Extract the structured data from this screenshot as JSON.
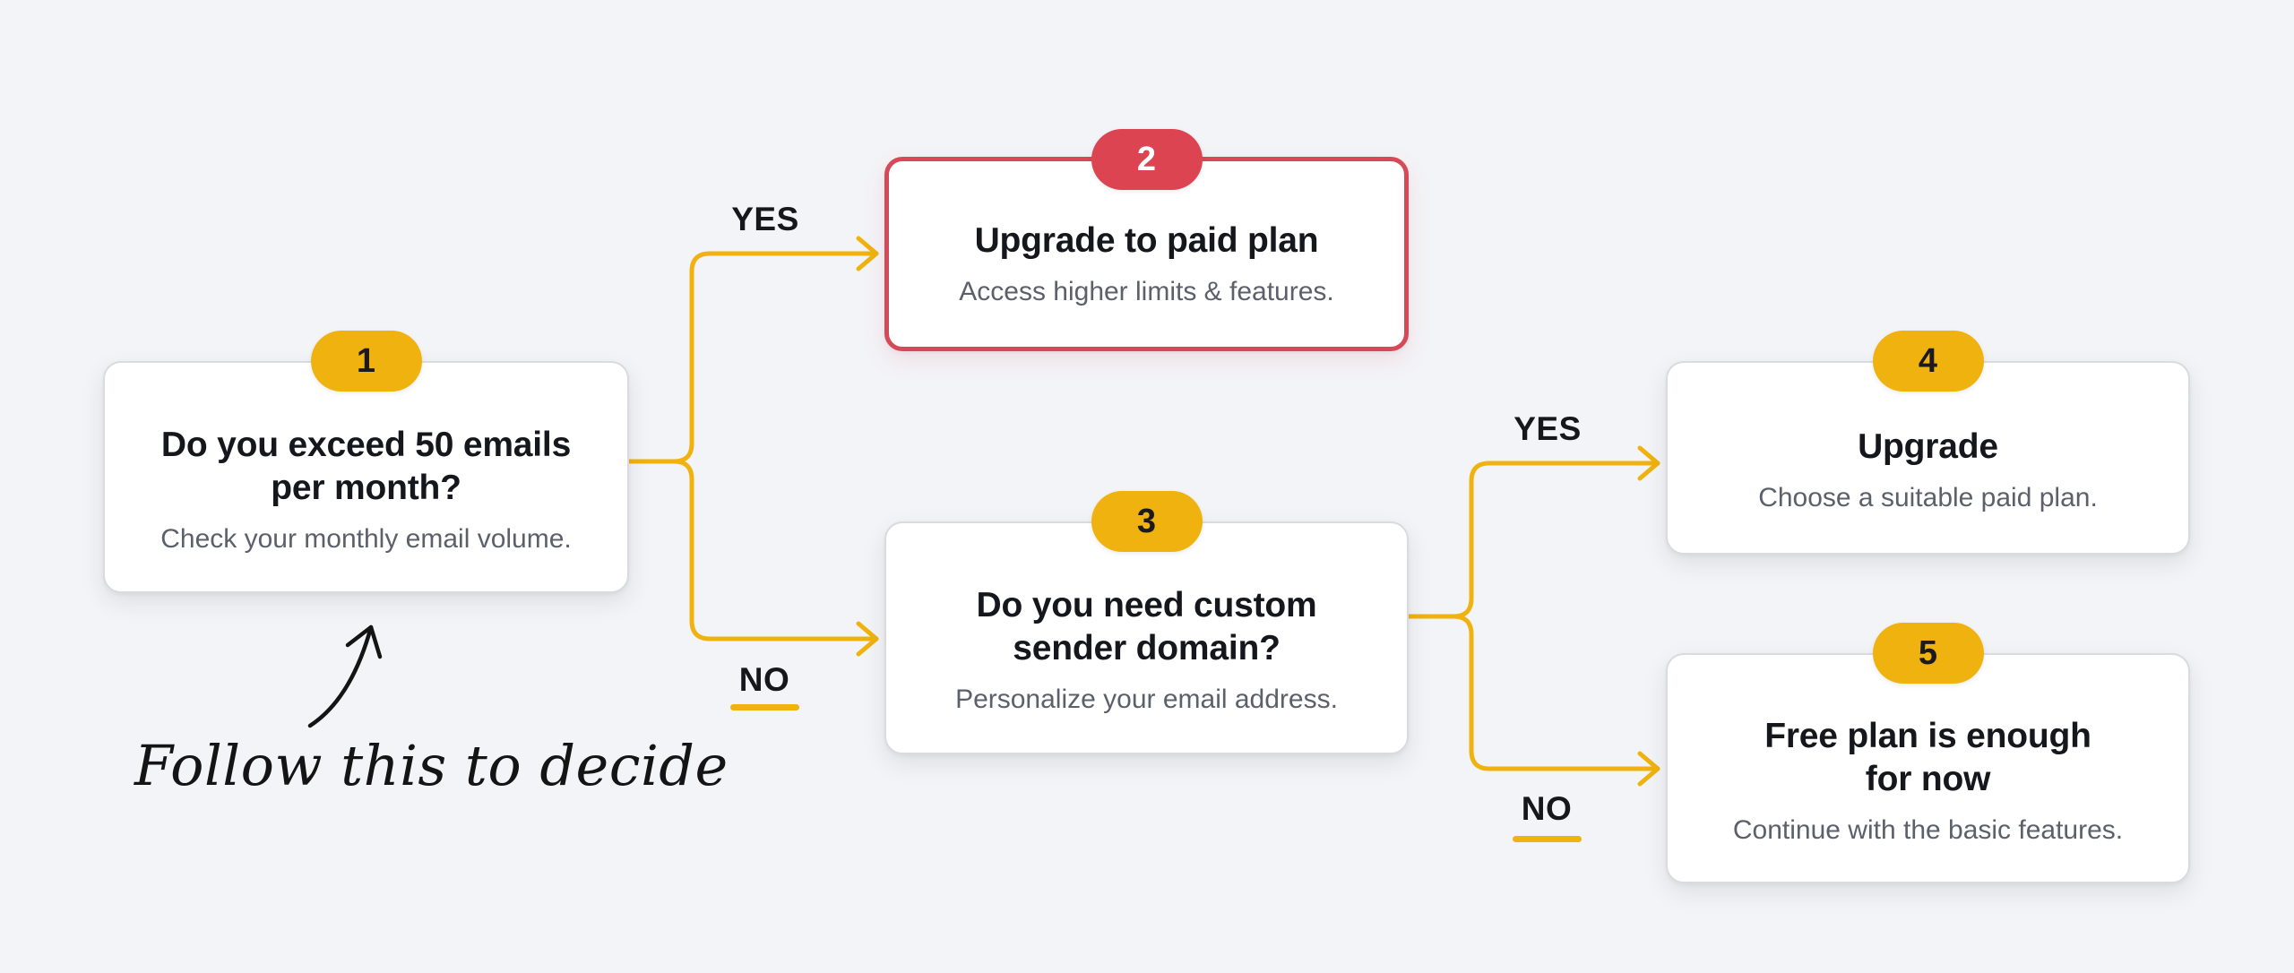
{
  "colors": {
    "background": "#f3f4f7",
    "connector": "#efb20f",
    "badge_default": "#efb20f",
    "badge_highlight": "#dc4452",
    "highlight_border": "#d64a57",
    "title_text": "#16171d",
    "desc_text": "#5c606b"
  },
  "steps": [
    {
      "number": "1",
      "title_lines": [
        "Do you exceed 50 emails",
        "per month?"
      ],
      "description": "Check your monthly email volume.",
      "type": "question"
    },
    {
      "number": "2",
      "title_lines": [
        "Upgrade to paid plan"
      ],
      "description": "Access higher limits & features.",
      "type": "outcome-highlight"
    },
    {
      "number": "3",
      "title_lines": [
        "Do you need custom",
        "sender domain?"
      ],
      "description": "Personalize your email address.",
      "type": "question"
    },
    {
      "number": "4",
      "title_lines": [
        "Upgrade"
      ],
      "description": "Choose a suitable paid plan.",
      "type": "outcome"
    },
    {
      "number": "5",
      "title_lines": [
        "Free plan is enough",
        "for now"
      ],
      "description": "Continue with the basic features.",
      "type": "outcome"
    }
  ],
  "branches": [
    {
      "from": "1",
      "to": "2",
      "label": "YES"
    },
    {
      "from": "1",
      "to": "3",
      "label": "NO"
    },
    {
      "from": "3",
      "to": "4",
      "label": "YES"
    },
    {
      "from": "3",
      "to": "5",
      "label": "NO"
    }
  ],
  "annotation": {
    "text": "Follow this to decide",
    "icon": "curved-arrow-up-icon"
  }
}
